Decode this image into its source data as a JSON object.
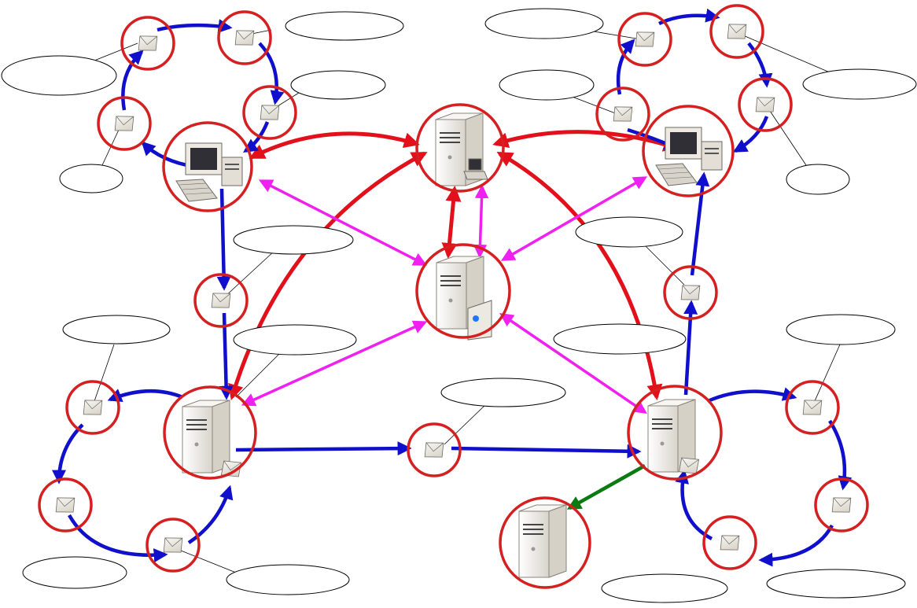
{
  "diagram": {
    "nodes": [
      {
        "id": "pc-left",
        "kind": "workstation",
        "icon": "desktop-computer-icon"
      },
      {
        "id": "pc-right",
        "kind": "workstation",
        "icon": "desktop-computer-icon"
      },
      {
        "id": "server-top",
        "kind": "server-with-terminal",
        "icon": "server-icon"
      },
      {
        "id": "server-center",
        "kind": "server-with-storage",
        "icon": "server-icon"
      },
      {
        "id": "server-left",
        "kind": "mail-server",
        "icon": "server-icon"
      },
      {
        "id": "server-right",
        "kind": "mail-server",
        "icon": "server-icon"
      },
      {
        "id": "server-bottom",
        "kind": "server",
        "icon": "server-icon"
      }
    ],
    "message_icon": "envelope-icon",
    "edge_colors": {
      "sync_link": "#e2101a",
      "query_link": "#f020f0",
      "message_flow": "#1010cc",
      "forward_link": "#0a7a12",
      "node_ring": "#d42020"
    },
    "callouts": [
      {
        "id": "c1",
        "text": ""
      },
      {
        "id": "c2",
        "text": ""
      },
      {
        "id": "c3",
        "text": ""
      },
      {
        "id": "c4",
        "text": ""
      },
      {
        "id": "c5",
        "text": ""
      },
      {
        "id": "c6",
        "text": ""
      },
      {
        "id": "c7",
        "text": ""
      },
      {
        "id": "c8",
        "text": ""
      },
      {
        "id": "c9",
        "text": ""
      },
      {
        "id": "c10",
        "text": ""
      },
      {
        "id": "c11",
        "text": ""
      },
      {
        "id": "c12",
        "text": ""
      },
      {
        "id": "c13",
        "text": ""
      },
      {
        "id": "c14",
        "text": ""
      },
      {
        "id": "c15",
        "text": ""
      },
      {
        "id": "c16",
        "text": ""
      },
      {
        "id": "c17",
        "text": ""
      },
      {
        "id": "c18",
        "text": ""
      },
      {
        "id": "c19",
        "text": ""
      },
      {
        "id": "c20",
        "text": ""
      }
    ]
  }
}
